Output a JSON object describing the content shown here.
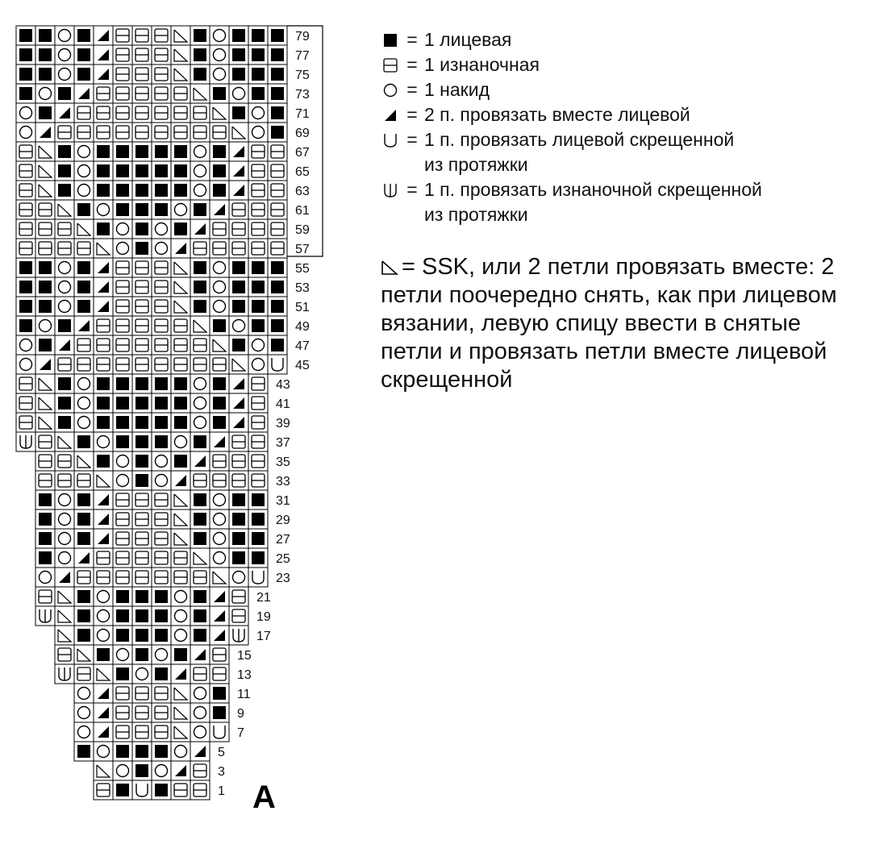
{
  "chart_title_letter": "A",
  "symbols": {
    "K": {
      "name": "knit-filled-square-icon"
    },
    "P": {
      "name": "purl-square-line-icon"
    },
    "O": {
      "name": "yarn-over-circle-icon"
    },
    "T": {
      "name": "k2tog-triangle-icon"
    },
    "S": {
      "name": "ssk-triangle-outline-icon"
    },
    "U": {
      "name": "k-tbl-u-icon"
    },
    "W": {
      "name": "p-tbl-u-icon"
    }
  },
  "legend": [
    {
      "symbol": "K",
      "eq": "=",
      "text": "1 лицевая",
      "cont": ""
    },
    {
      "symbol": "P",
      "eq": "=",
      "text": "1 изнаночная",
      "cont": ""
    },
    {
      "symbol": "O",
      "eq": "=",
      "text": "1 накид",
      "cont": ""
    },
    {
      "symbol": "T",
      "eq": "=",
      "text": "2 п. провязать вместе лицевой",
      "cont": ""
    },
    {
      "symbol": "U",
      "eq": "=",
      "text": "1 п. провязать лицевой скрещенной",
      "cont": "из протяжки"
    },
    {
      "symbol": "W",
      "eq": "=",
      "text": "1 п. провязать изнаночной скрещенной",
      "cont": "из протяжки"
    }
  ],
  "ssk_note": {
    "symbol": "S",
    "text": "= SSK, или 2 петли провязать вместе: 2 петли поочередно снять, как при лицевом вязании, левую спицу ввести в снятые петли и провязать петли вместе лицевой скрещенной"
  },
  "chart_data": {
    "type": "table",
    "rows": [
      {
        "label": "79",
        "start": 0,
        "cells": "KKOKTPPPSKOKKK",
        "bracket": true
      },
      {
        "label": "77",
        "start": 0,
        "cells": "KKOKTPPPSKOKKK",
        "bracket": true
      },
      {
        "label": "75",
        "start": 0,
        "cells": "KKOKTPPPSKOKKK",
        "bracket": true
      },
      {
        "label": "73",
        "start": 0,
        "cells": "KOKTPPPPPSKOKK",
        "bracket": true
      },
      {
        "label": "71",
        "start": 0,
        "cells": "OKTPPPPPPPSKOK",
        "bracket": true
      },
      {
        "label": "69",
        "start": 0,
        "cells": "OTPPPPPPPPPSOK",
        "bracket": true
      },
      {
        "label": "67",
        "start": 0,
        "cells": "PSKOKKKKKOKTPP",
        "bracket": true
      },
      {
        "label": "65",
        "start": 0,
        "cells": "PSKOKKKKKOKTPP",
        "bracket": true
      },
      {
        "label": "63",
        "start": 0,
        "cells": "PSKOKKKKKOKTPP",
        "bracket": true
      },
      {
        "label": "61",
        "start": 0,
        "cells": "PPSKOKKKOKTPPP",
        "bracket": true
      },
      {
        "label": "59",
        "start": 0,
        "cells": "PPPSKOKOKTPPPP",
        "bracket": true
      },
      {
        "label": "57",
        "start": 0,
        "cells": "PPPPSOKOTPPPPP",
        "bracket": true
      },
      {
        "label": "55",
        "start": 0,
        "cells": "KKOKTPPPSKOKKK",
        "bracket": false
      },
      {
        "label": "53",
        "start": 0,
        "cells": "KKOKTPPPSKOKKK",
        "bracket": false
      },
      {
        "label": "51",
        "start": 0,
        "cells": "KKOKTPPPSKOKKK",
        "bracket": false
      },
      {
        "label": "49",
        "start": 0,
        "cells": "KOKTPPPPPSKOKK",
        "bracket": false
      },
      {
        "label": "47",
        "start": 0,
        "cells": "OKTPPPPPPPSKOK",
        "bracket": false
      },
      {
        "label": "45",
        "start": 0,
        "cells": "OTPPPPPPPPPSOU",
        "bracket": false
      },
      {
        "label": "43",
        "start": 0,
        "cells": "PSKOKKKKKOKTP",
        "bracket": false
      },
      {
        "label": "41",
        "start": 0,
        "cells": "PSKOKKKKKOKTP",
        "bracket": false
      },
      {
        "label": "39",
        "start": 0,
        "cells": "PSKOKKKKKOKTP",
        "bracket": false
      },
      {
        "label": "37",
        "start": 0,
        "cells": "WPSKOKKKOKTPP",
        "bracket": false
      },
      {
        "label": "35",
        "start": 1,
        "cells": "PPSKOKOKTPPP",
        "bracket": false
      },
      {
        "label": "33",
        "start": 1,
        "cells": "PPPSOKOTPPPP",
        "bracket": false
      },
      {
        "label": "31",
        "start": 1,
        "cells": "KOKTPPPSKOKK",
        "bracket": false
      },
      {
        "label": "29",
        "start": 1,
        "cells": "KOKTPPPSKOKK",
        "bracket": false
      },
      {
        "label": "27",
        "start": 1,
        "cells": "KOKTPPPSKOKK",
        "bracket": false
      },
      {
        "label": "25",
        "start": 1,
        "cells": "KOTPPPPPSOKK",
        "bracket": false
      },
      {
        "label": "23",
        "start": 1,
        "cells": "OTPPPPPPPSOU",
        "bracket": false
      },
      {
        "label": "21",
        "start": 1,
        "cells": "PSKOKKKOKTP",
        "bracket": false
      },
      {
        "label": "19",
        "start": 1,
        "cells": "WSKOKKKOKTP",
        "bracket": false
      },
      {
        "label": "17",
        "start": 2,
        "cells": "SKOKKKOKTW",
        "bracket": false
      },
      {
        "label": "15",
        "start": 2,
        "cells": "PSKOKOKTP",
        "bracket": false
      },
      {
        "label": "13",
        "start": 2,
        "cells": "WPSKOKTPP",
        "bracket": false
      },
      {
        "label": "11",
        "start": 3,
        "cells": "OTPPPSOK",
        "bracket": false
      },
      {
        "label": "9",
        "start": 3,
        "cells": "OTPPPSOK",
        "bracket": false
      },
      {
        "label": "7",
        "start": 3,
        "cells": "OTPPPSOU",
        "bracket": false
      },
      {
        "label": "5",
        "start": 3,
        "cells": "KOKKKOT",
        "bracket": false
      },
      {
        "label": "3",
        "start": 4,
        "cells": "SOKOTP",
        "bracket": false
      },
      {
        "label": "1",
        "start": 4,
        "cells": "PKUKPP",
        "bracket": false
      }
    ]
  }
}
